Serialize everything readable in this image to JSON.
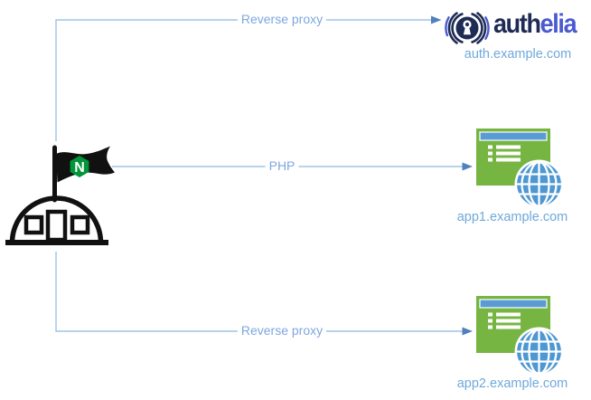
{
  "colors": {
    "line": "#9dc3e6",
    "arrow": "#4f81bd",
    "label-blue": "#7da7e0",
    "domain-blue": "#6fa8dc",
    "auth-dark": "#1e2b55",
    "auth-blue": "#4a5ad0",
    "nginx-green": "#009639",
    "app-green": "#77b543",
    "app-blue": "#5b9bd5",
    "globe-blue": "#4e97d1",
    "ink": "#111111"
  },
  "nginx": {
    "icon": "nginx-camp-icon",
    "logo_letter": "N"
  },
  "authelia": {
    "icon": "authelia-keyhole-icon",
    "wordmark_dark": "auth",
    "wordmark_light": "elia",
    "domain": "auth.example.com"
  },
  "app1": {
    "icon": "web-app-globe-icon",
    "domain": "app1.example.com"
  },
  "app2": {
    "icon": "web-app-globe-icon",
    "domain": "app2.example.com"
  },
  "connectors": [
    {
      "label": "Reverse proxy",
      "from": "nginx",
      "to": "authelia"
    },
    {
      "label": "PHP",
      "from": "nginx",
      "to": "app1"
    },
    {
      "label": "Reverse proxy",
      "from": "nginx",
      "to": "app2"
    }
  ]
}
